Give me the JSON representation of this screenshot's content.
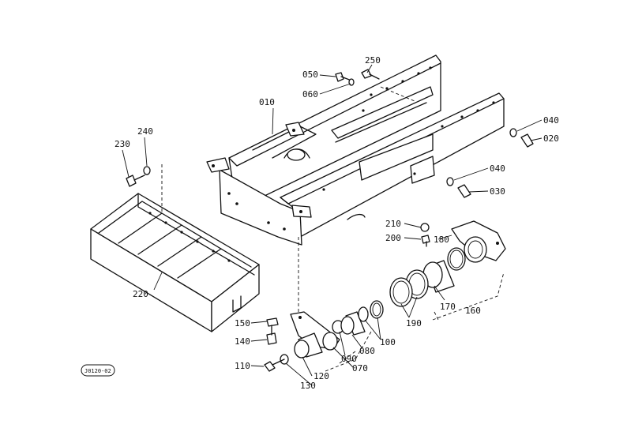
{
  "drawing_code": "J0120-02",
  "parts": {
    "p010": "010",
    "p020": "020",
    "p030": "030",
    "p040a": "040",
    "p040b": "040",
    "p050": "050",
    "p060": "060",
    "p070": "070",
    "p080": "080",
    "p090": "090",
    "p100": "100",
    "p110": "110",
    "p120": "120",
    "p130": "130",
    "p140": "140",
    "p150": "150",
    "p160": "160",
    "p170": "170",
    "p180": "180",
    "p190": "190",
    "p200": "200",
    "p210": "210",
    "p220": "220",
    "p230": "230",
    "p240": "240",
    "p250": "250"
  }
}
